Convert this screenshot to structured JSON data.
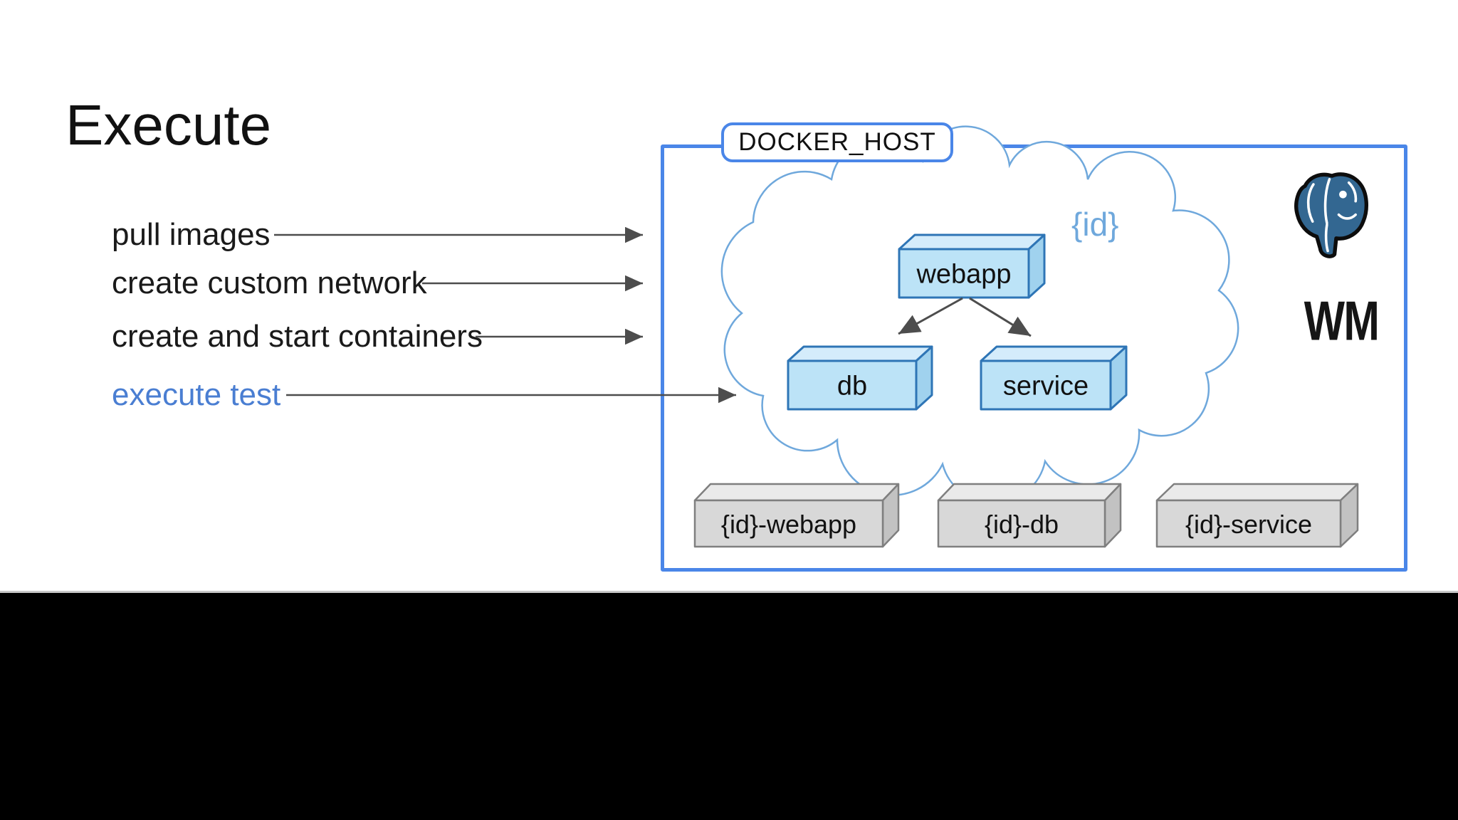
{
  "slide": {
    "title": "Execute",
    "steps": [
      {
        "label": "pull images",
        "highlighted": false
      },
      {
        "label": "create custom network",
        "highlighted": false
      },
      {
        "label": "create and start containers",
        "highlighted": false
      },
      {
        "label": "execute test",
        "highlighted": true
      }
    ],
    "diagram": {
      "host_label": "DOCKER_HOST",
      "network_id": "{id}",
      "containers": [
        {
          "label": "webapp"
        },
        {
          "label": "db"
        },
        {
          "label": "service"
        }
      ],
      "images": [
        {
          "label": "{id}-webapp"
        },
        {
          "label": "{id}-db"
        },
        {
          "label": "{id}-service"
        }
      ],
      "logo": "postgresql-elephant-icon",
      "watermark": "WM"
    },
    "colors": {
      "host_border": "#4a86e8",
      "cloud": "#6fa8dc",
      "container_border": "#2e75b6",
      "container_fill_front": "#bce3f7",
      "container_fill_top": "#d4ecfb",
      "container_fill_side": "#a0d2ee",
      "image_fill_front": "#d8d8d8",
      "image_fill_top": "#eaeaea",
      "image_fill_side": "#c2c2c2",
      "arrow": "#4d4d4d",
      "highlight_step": "#4a7ed2",
      "postgres_blue": "#336791"
    }
  }
}
